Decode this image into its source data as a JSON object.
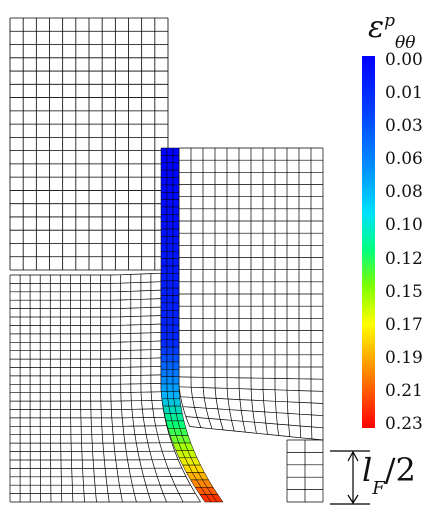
{
  "figure": {
    "colorbar": {
      "title_symbol": "ε",
      "title_superscript": "p",
      "title_subscript": "θθ",
      "ticks": [
        "0.00",
        "0.01",
        "0.03",
        "0.06",
        "0.08",
        "0.10",
        "0.12",
        "0.15",
        "0.17",
        "0.19",
        "0.21",
        "0.23"
      ],
      "colors": [
        "#0000ff",
        "#0040ff",
        "#0080ff",
        "#00c0ff",
        "#00ffff",
        "#00ff80",
        "#80ff00",
        "#ffff00",
        "#ffc000",
        "#ff8000",
        "#ff4000",
        "#ff0000"
      ]
    },
    "dimension": {
      "symbol": "l",
      "subscript": "F",
      "suffix": "/2"
    },
    "mesh_line_color": "#000000",
    "strain_band_color_start": "#0000ff",
    "strain_band_color_end": "#ff0000"
  }
}
